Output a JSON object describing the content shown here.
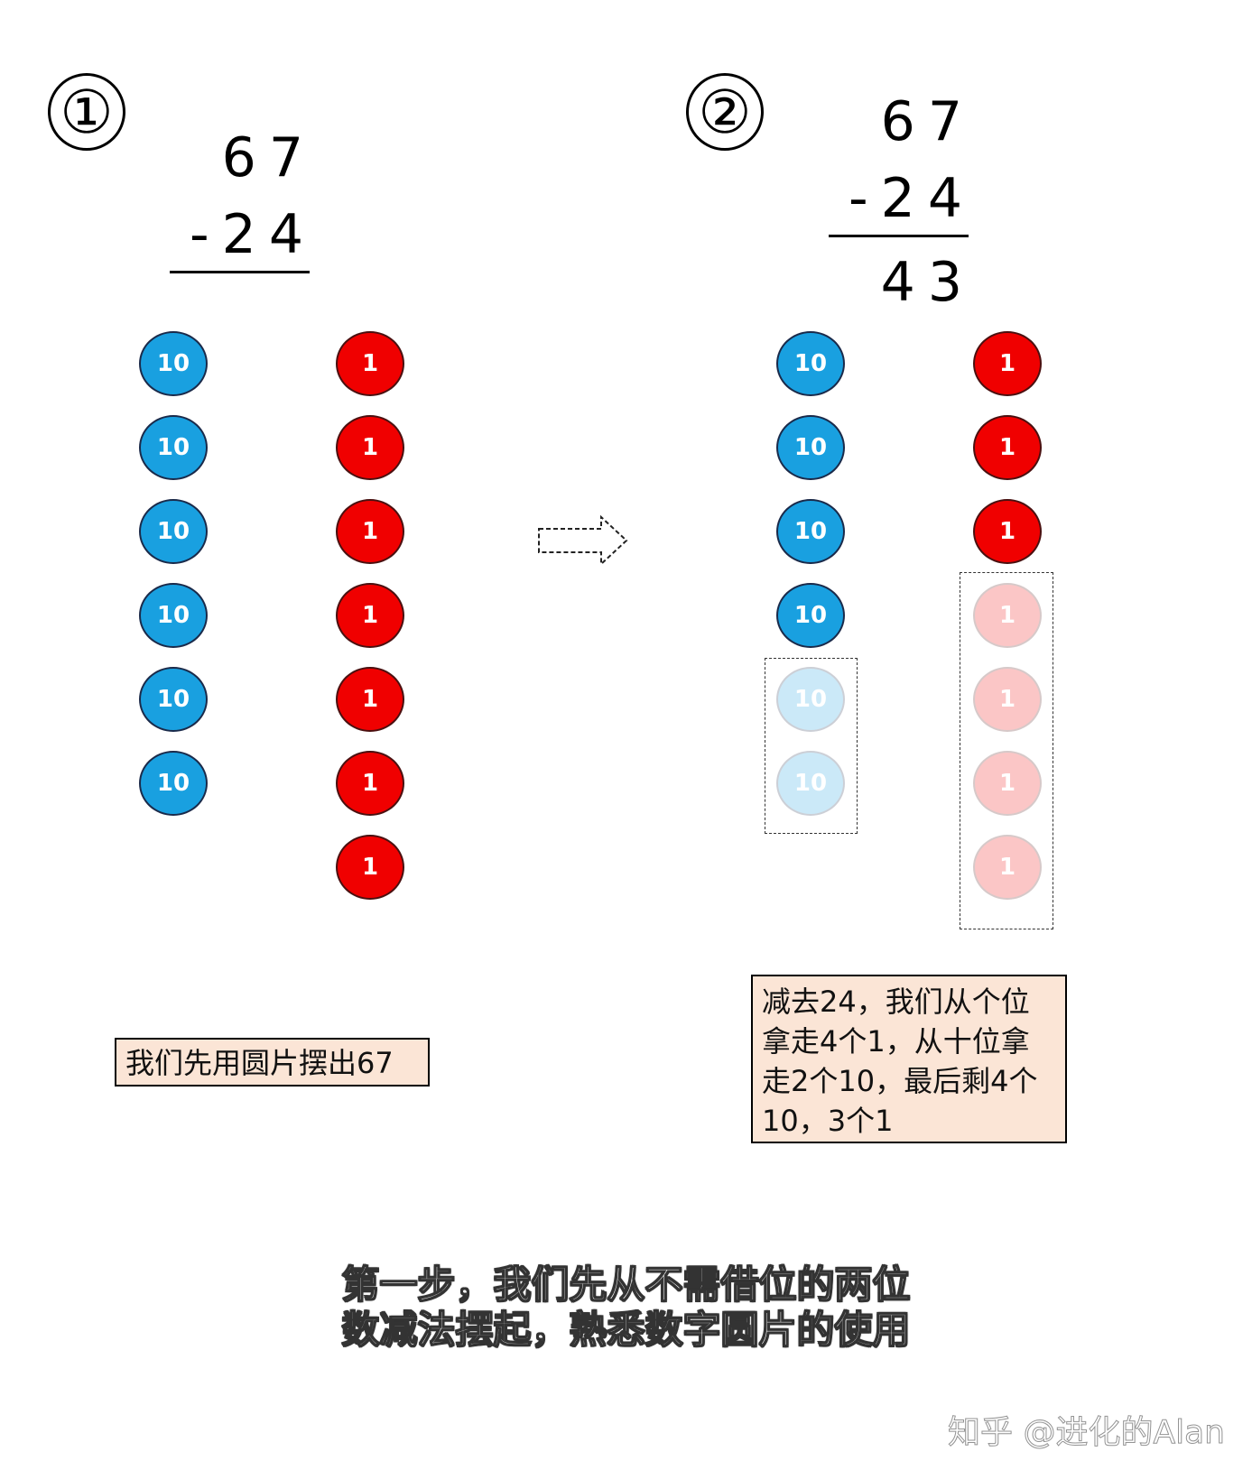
{
  "step1": {
    "marker": "①",
    "minuend": "67",
    "subtrahend": "-24",
    "result": "",
    "tens_count": 6,
    "ones_count": 7,
    "ten_label": "10",
    "one_label": "1",
    "note": "我们先用圆片摆出67"
  },
  "step2": {
    "marker": "②",
    "minuend": "67",
    "subtrahend": "-24",
    "result": "43",
    "tens_kept": 4,
    "tens_removed": 2,
    "ones_kept": 3,
    "ones_removed": 4,
    "ten_label": "10",
    "one_label": "1",
    "note_lines": [
      "减去24，我们从个位",
      "拿走4个1，从十位拿",
      "走2个10，最后剩4个",
      "10，3个1"
    ]
  },
  "arrow_icon": "dashed-right-arrow-icon",
  "colors": {
    "ten": "#19a0e0",
    "one": "#f00000",
    "note_bg": "#fbe5d6"
  },
  "caption_lines": [
    "第一步，我们先从不需借位的两位",
    "数减法摆起，熟悉数字圆片的使用"
  ],
  "watermark": "知乎 @进化的Alan"
}
